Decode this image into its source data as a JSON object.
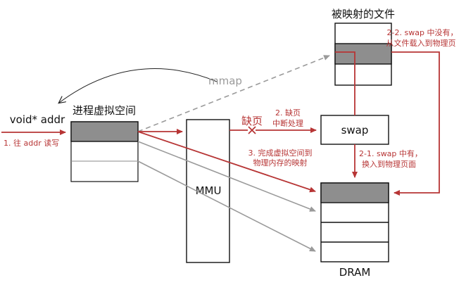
{
  "title_mapped_file": "被映射的文件",
  "label_vspace": "进程虚拟空间",
  "label_void_addr": "void* addr",
  "label_mmap": "mmap",
  "label_page_fault": "缺页",
  "label_mmu": "MMU",
  "label_swap": "swap",
  "label_dram": "DRAM",
  "step1": "1. 往 addr 读写",
  "step2_line1": "2. 缺页",
  "step2_line2": "中断处理",
  "step3_line1": "3. 完成虚拟空间到",
  "step3_line2": "物理内存的映射",
  "step21_line1": "2-1. swap 中有，",
  "step21_line2": "换入到物理页面",
  "step22_line1": "2-2. swap 中没有，",
  "step22_line2": "从文件载入到物理页",
  "colors": {
    "accent_red": "#b73535",
    "gray_line": "#9a9a9a",
    "block_fill": "#8e8e8e",
    "outline": "#111111"
  }
}
